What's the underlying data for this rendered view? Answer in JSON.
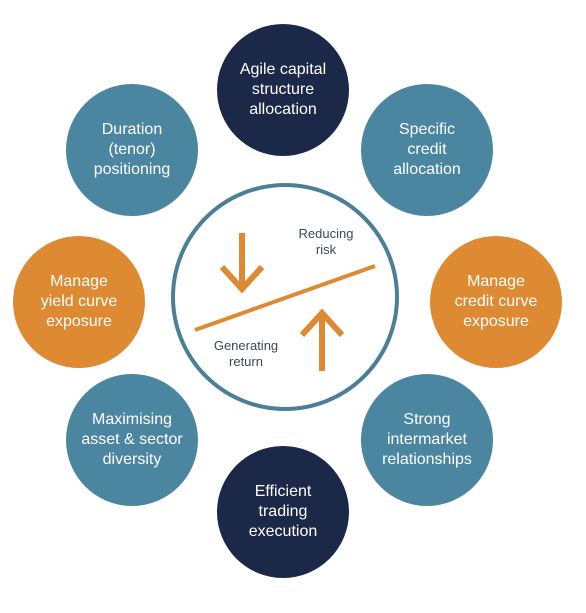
{
  "bubbles": {
    "top": {
      "text": "Agile capital\nstructure\nallocation"
    },
    "upper_right": {
      "text": "Specific\ncredit\nallocation"
    },
    "right": {
      "text": "Manage\ncredit curve\nexposure"
    },
    "lower_right": {
      "text": "Strong\nintermarket\nrelationships"
    },
    "bottom": {
      "text": "Efficient\ntrading\nexecution"
    },
    "lower_left": {
      "text": "Maximising\nasset & sector\ndiversity"
    },
    "left": {
      "text": "Manage\nyield curve\nexposure"
    },
    "upper_left": {
      "text": "Duration\n(tenor)\npositioning"
    }
  },
  "center": {
    "reduce_label": "Reducing\nrisk",
    "generate_label": "Generating\nreturn"
  },
  "colors": {
    "navy": "#1c2848",
    "steel_blue": "#4b86a0",
    "orange": "#dd8a33",
    "ring": "#4b7f98"
  }
}
